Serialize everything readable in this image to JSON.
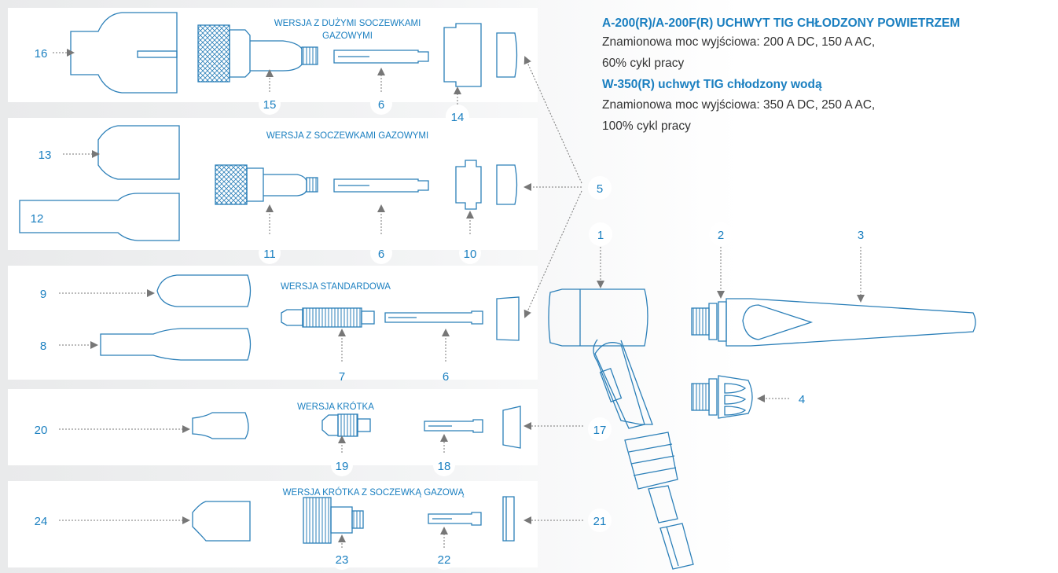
{
  "info": {
    "title1": "A-200(R)/A-200F(R) UCHWYT TIG CHŁODZONY POWIETRZEM",
    "spec1_line1": "Znamionowa moc wyjściowa: 200 A DC, 150 A AC,",
    "spec1_line2": "60% cykl pracy",
    "title2": "W-350(R) uchwyt TIG chłodzony wodą",
    "spec2_line1": "Znamionowa moc wyjściowa: 350 A DC, 250 A AC,",
    "spec2_line2": "100% cykl pracy"
  },
  "panels": {
    "p1": "WERSJA Z DUŻYMI SOCZEWKAMI",
    "p1b": "GAZOWYMI",
    "p2": "WERSJA Z SOCZEWKAMI GAZOWYMI",
    "p3": "WERSJA STANDARDOWA",
    "p4": "WERSJA KRÓTKA",
    "p5": "WERSJA KRÓTKA Z SOCZEWKĄ GAZOWĄ"
  },
  "callouts": {
    "c1": "1",
    "c2": "2",
    "c3": "3",
    "c4": "4",
    "c5": "5",
    "c6a": "6",
    "c6b": "6",
    "c6c": "6",
    "c7": "7",
    "c8": "8",
    "c9": "9",
    "c10": "10",
    "c11": "11",
    "c12": "12",
    "c13": "13",
    "c14": "14",
    "c15": "15",
    "c16": "16",
    "c17": "17",
    "c18": "18",
    "c19": "19",
    "c20": "20",
    "c21": "21",
    "c22": "22",
    "c23": "23",
    "c24": "24"
  },
  "colors": {
    "accent": "#1a7fc0",
    "outline": "#2b7fb8",
    "arrow": "#777777",
    "panel": "#ffffff"
  }
}
